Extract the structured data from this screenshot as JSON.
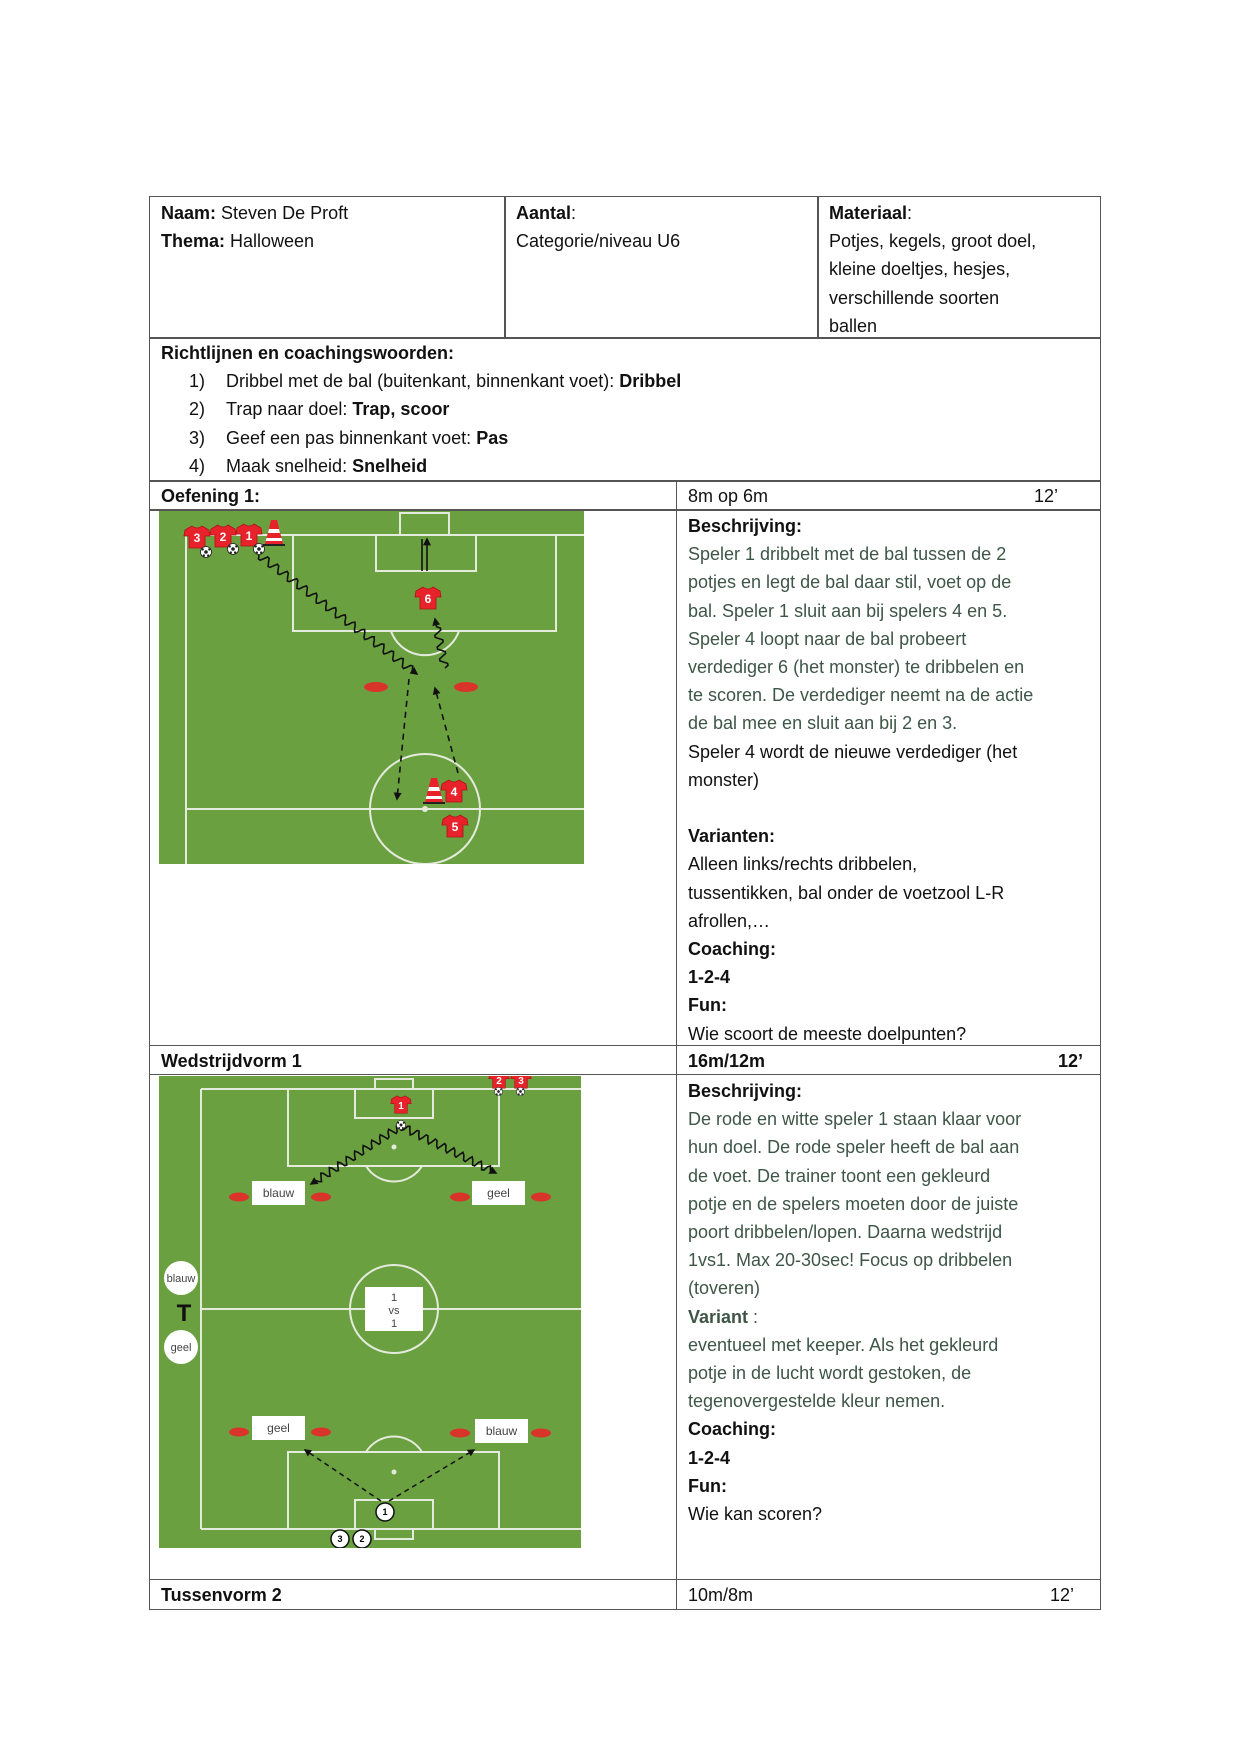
{
  "header": {
    "naam_label": "Naam:",
    "naam_value": " Steven De Proft",
    "thema_label": "Thema:",
    "thema_value": " Halloween",
    "aantal_label": "Aantal",
    "aantal_colon": ":",
    "categorie": "Categorie/niveau U6",
    "materiaal_label": "Materiaal",
    "materiaal_colon": ":",
    "materiaal_lines": [
      "Potjes, kegels, groot doel,",
      "kleine doeltjes, hesjes,",
      "verschillende soorten",
      "ballen"
    ]
  },
  "guidelines": {
    "title": "Richtlijnen en coachingswoorden:",
    "items": [
      {
        "num": "1)",
        "text": "Dribbel met de bal (buitenkant, binnenkant voet): ",
        "keyword": "Dribbel"
      },
      {
        "num": "2)",
        "text": "Trap naar doel: ",
        "keyword": "Trap, scoor"
      },
      {
        "num": "3)",
        "text": "Geef een pas binnenkant voet: ",
        "keyword": "Pas"
      },
      {
        "num": "4)",
        "text": "Maak snelheid: ",
        "keyword": "Snelheid"
      }
    ]
  },
  "exercise1": {
    "title": "Oefening 1:",
    "size": "8m op 6m",
    "duration": "12’",
    "beschrijving_label": "Beschrijving:",
    "description_lines": [
      "Speler 1 dribbelt met de bal tussen de 2",
      "potjes en legt de bal daar stil, voet op de",
      "bal. Speler 1 sluit aan bij spelers 4 en 5.",
      "Speler 4 loopt naar de bal probeert",
      "verdediger 6 (het monster) te dribbelen en",
      "te scoren. De verdediger neemt na de actie",
      "de bal mee en sluit aan bij 2 en 3."
    ],
    "extra_lines": [
      "Speler 4 wordt de nieuwe verdediger (het",
      "monster)"
    ],
    "varianten_label": "Varianten:",
    "varianten_lines": [
      "Alleen links/rechts dribbelen,",
      "tussentikken, bal onder de voetzool L-R",
      "afrollen,…"
    ],
    "coaching_label": "Coaching:",
    "coaching_value": "1-2-4",
    "fun_label": "Fun:",
    "fun_value": "Wie scoort de meeste doelpunten?",
    "diagram": {
      "shirts": [
        "3",
        "2",
        "1",
        "6",
        "4",
        "5"
      ]
    }
  },
  "exercise2": {
    "title": "Wedstrijdvorm 1",
    "size": "16m/12m",
    "duration": "12’",
    "beschrijving_label": "Beschrijving:",
    "description_lines": [
      "De rode en witte speler 1 staan klaar voor",
      "hun doel. De rode speler heeft de bal aan",
      "de voet. De trainer toont een gekleurd",
      "potje en de spelers moeten door de juiste",
      "poort dribbelen/lopen. Daarna wedstrijd",
      "1vs1. Max 20-30sec! Focus op dribbelen",
      "(toveren)"
    ],
    "variant_label": "Variant",
    "variant_colon": " :",
    "variant_lines": [
      "eventueel met keeper. Als het gekleurd",
      "potje in de lucht wordt gestoken, de",
      "tegenovergestelde kleur nemen."
    ],
    "coaching_label": "Coaching:",
    "coaching_value": "1-2-4",
    "fun_label": "Fun:",
    "fun_value": "Wie kan scoren?",
    "diagram": {
      "gate_top_left": "blauw",
      "gate_top_right": "geel",
      "gate_bottom_left": "geel",
      "gate_bottom_right": "blauw",
      "center_1": "1",
      "center_vs": "vs",
      "center_2": "1",
      "trainer_top": "blauw",
      "trainer_letter": "T",
      "trainer_bottom": "geel",
      "red_shirts": [
        "1",
        "2",
        "3"
      ],
      "white_players": [
        "1",
        "3",
        "2"
      ]
    }
  },
  "exercise3": {
    "title": "Tussenvorm 2",
    "size": "10m/8m",
    "duration": "12’"
  },
  "colors": {
    "pitch": "#6aa040",
    "shirt": "#e8222a",
    "description_text": "#3e5647",
    "border": "#555555"
  }
}
